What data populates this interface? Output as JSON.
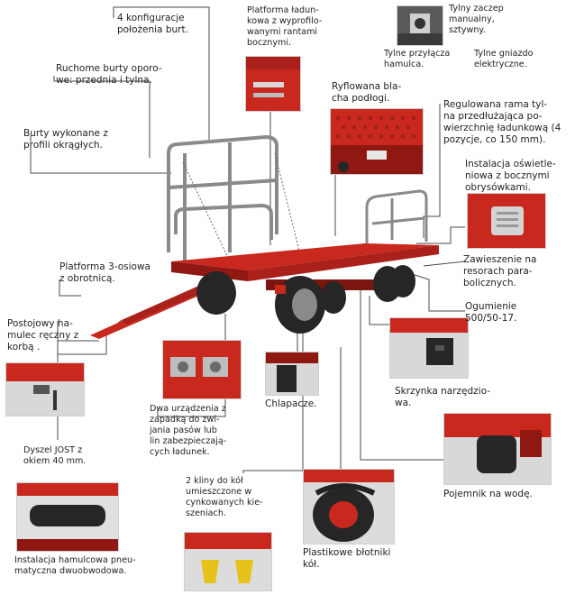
{
  "colors": {
    "trailer_red": "#c8281e",
    "trailer_dark_red": "#8f1812",
    "frame_grey": "#8a8a8a",
    "tire_black": "#262626",
    "leader_line": "#4a4a4a"
  },
  "labels": {
    "burt_positions": "4 konfiguracje\npołożenia burt.",
    "platform_sides": "Platforma ładun-\nkowa z wyprofilo-\nwanymi rantami\nbocznymi.",
    "rear_hitch_manual": "Tylny zaczep\nmanualny,\nsztywny.",
    "rear_brake_connector": "Tylne przyłącza\nhamulca.",
    "rear_electric_socket": "Tylne gniazdo\nelektryczne.",
    "movable_sides": "Ruchome burty oporo-\nwe: przednia i tylna.",
    "ribbed_floor": "Ryflowana bla-\ncha podłogi.",
    "extension_frame": "Regulowana rama tyl-\nna przedłużająca po-\nwierzchnię ładunkową (4\npozycje, co 150 mm).",
    "round_profile_sides": "Burty wykonane z\nprofili okrągłych.",
    "lighting": "Instalacja oświetle-\nniowa z bocznymi\nobrysówkami.",
    "platform_3axle": "Platforma 3-osiowa\nz obrotnicą.",
    "parabolic_suspension": "Zawieszenie na\nresorach para-\nbolicznych.",
    "tyres": "Ogumienie\n500/50-17.",
    "parking_brake": "Postojowy ha-\nmulec ręczny z\nkorbą .",
    "toolbox": "Skrzynka narzędzio-\nwa.",
    "strap_winches": "Dwa urządzenia z\nzapadką do zwi-\njania pasów lub\nlin zabezpieczają-\ncych ładunek.",
    "mudflaps": "Chlapacze.",
    "drawbar_jost": "Dyszel JOST z\nokiem 40 mm.",
    "water_tank": "Pojemnik na wodę.",
    "wheel_chocks": "2 kliny do kół\numieszczone w\ncynkowanych kie-\nszeniach.",
    "pneumatic_brakes": "Instalacja hamulcowa pneu-\nmatyczna dwuobwodowa.",
    "plastic_fenders": "Plastikowe błotniki\nkół."
  }
}
